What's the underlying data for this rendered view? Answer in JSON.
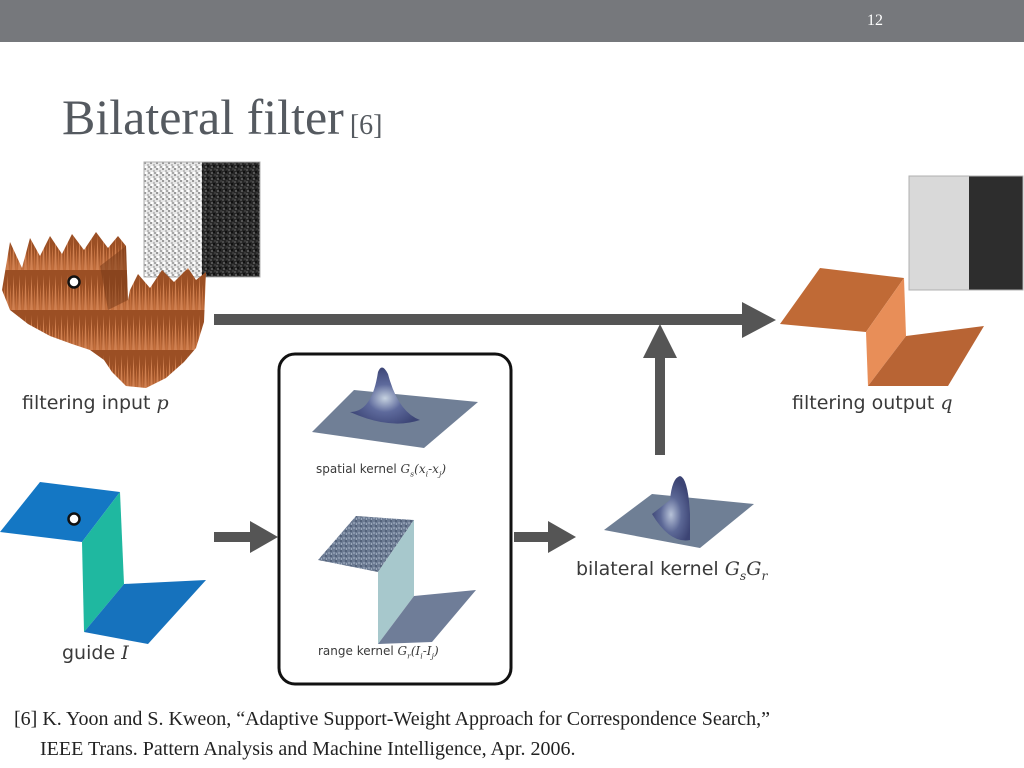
{
  "slide": {
    "number": "12"
  },
  "title": {
    "main": "Bilateral filter",
    "ref": "[6]"
  },
  "labels": {
    "filtering_input": {
      "text": "filtering input",
      "var": "p"
    },
    "filtering_output": {
      "text": "filtering output",
      "var": "q"
    },
    "guide": {
      "text": "guide",
      "var": "I"
    },
    "spatial_kernel": {
      "text": "spatial kernel",
      "var": "G",
      "sub": "s",
      "args": "(x",
      "a1": "i",
      "mid": "-x",
      "a2": "j",
      "close": ")"
    },
    "range_kernel": {
      "text": "range kernel",
      "var": "G",
      "sub": "r",
      "args": "(I",
      "a1": "i",
      "mid": "-I",
      "a2": "j",
      "close": ")"
    },
    "bilateral_kernel": {
      "text": "bilateral kernel",
      "v1": "G",
      "s1": "s",
      "v2": "G",
      "s2": "r"
    }
  },
  "citation": {
    "line1": "[6] K. Yoon and S. Kweon, “Adaptive Support-Weight Approach for Correspondence Search,”",
    "line2": "IEEE Trans. Pattern Analysis and Machine Intelligence, Apr. 2006."
  },
  "colors": {
    "header_bar": "#76787c",
    "title": "#555a60",
    "arrow": "#555555",
    "noisy_surface": "#b8693a",
    "output_surface": "#c87a48",
    "guide_blue": "#1477c4",
    "guide_step": "#1fb8a0",
    "kernel_gray": "#6f7f95"
  }
}
